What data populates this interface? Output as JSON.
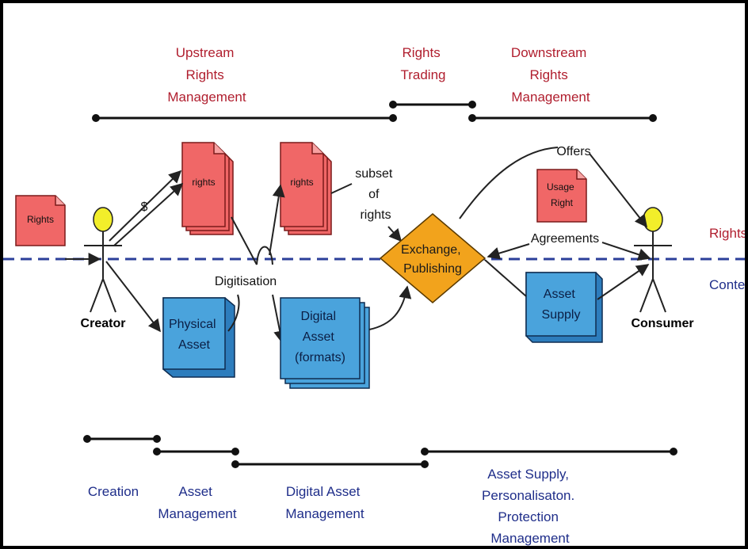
{
  "top_bands": {
    "upstream": [
      "Upstream",
      "Rights",
      "Management"
    ],
    "trading": [
      "Rights",
      "Trading"
    ],
    "downstream": [
      "Downstream",
      "Rights",
      "Management"
    ]
  },
  "doc_icons": {
    "rights_left": "Rights",
    "rights_stack_1": "rights",
    "rights_stack_2": "rights",
    "usage_right": [
      "Usage",
      "Right"
    ]
  },
  "labels": {
    "dollar": "$",
    "subset": [
      "subset",
      "of",
      "rights"
    ],
    "digitisation": "Digitisation",
    "offers": "Offers",
    "agreements": "Agreements",
    "creator": "Creator",
    "consumer": "Consumer",
    "layer_rights": "Rights",
    "layer_content": "Content"
  },
  "boxes": {
    "physical_asset": [
      "Physical",
      "Asset"
    ],
    "digital_asset": [
      "Digital",
      "Asset",
      "(formats)"
    ],
    "asset_supply": [
      "Asset",
      "Supply"
    ],
    "exchange": [
      "Exchange,",
      "Publishing"
    ]
  },
  "bottom_bands": {
    "creation": "Creation",
    "asset_management": [
      "Asset",
      "Management"
    ],
    "digital_asset_management": [
      "Digital Asset",
      "Management"
    ],
    "asset_supply": [
      "Asset Supply,",
      "Personalisaton.",
      "Protection",
      "Management"
    ]
  },
  "colors": {
    "rights_fill": "#f06767",
    "content_fill": "#4aa3dc",
    "exchange_fill": "#f2a31c",
    "actor_head": "#f2ee2a",
    "divider": "#2b3f9a"
  }
}
